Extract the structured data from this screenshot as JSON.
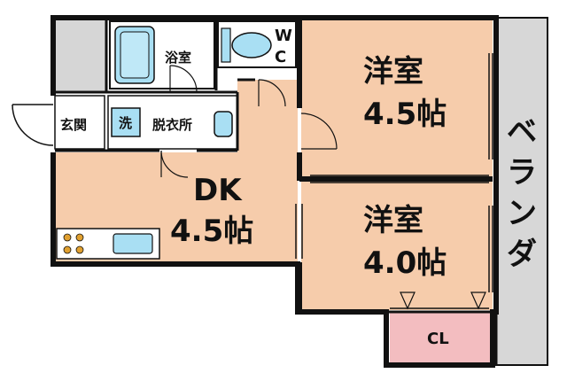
{
  "floorplan": {
    "rooms": [
      {
        "id": "western_room_upper",
        "name": "洋室",
        "size": "4.5帖"
      },
      {
        "id": "western_room_lower",
        "name": "洋室",
        "size": "4.0帖"
      },
      {
        "id": "dining_kitchen",
        "name": "DK",
        "size": "4.5帖"
      },
      {
        "id": "bathroom",
        "name": "浴室"
      },
      {
        "id": "toilet",
        "name_top": "W",
        "name_bottom": "C"
      },
      {
        "id": "entrance",
        "name": "玄関"
      },
      {
        "id": "washing_machine",
        "name": "洗"
      },
      {
        "id": "changing_room",
        "name": "脱衣所"
      },
      {
        "id": "closet",
        "name": "CL"
      },
      {
        "id": "veranda",
        "chars": [
          "ベ",
          "ラ",
          "ン",
          "ダ"
        ]
      }
    ],
    "colors": {
      "room": "#f6ccab",
      "wet_area": "#ffffff",
      "fixture": "#a9dff3",
      "closet": "#f3bdc0",
      "veranda": "#d7d7d7",
      "gray_block": "#d6d6d6",
      "wall": "#111111"
    }
  }
}
